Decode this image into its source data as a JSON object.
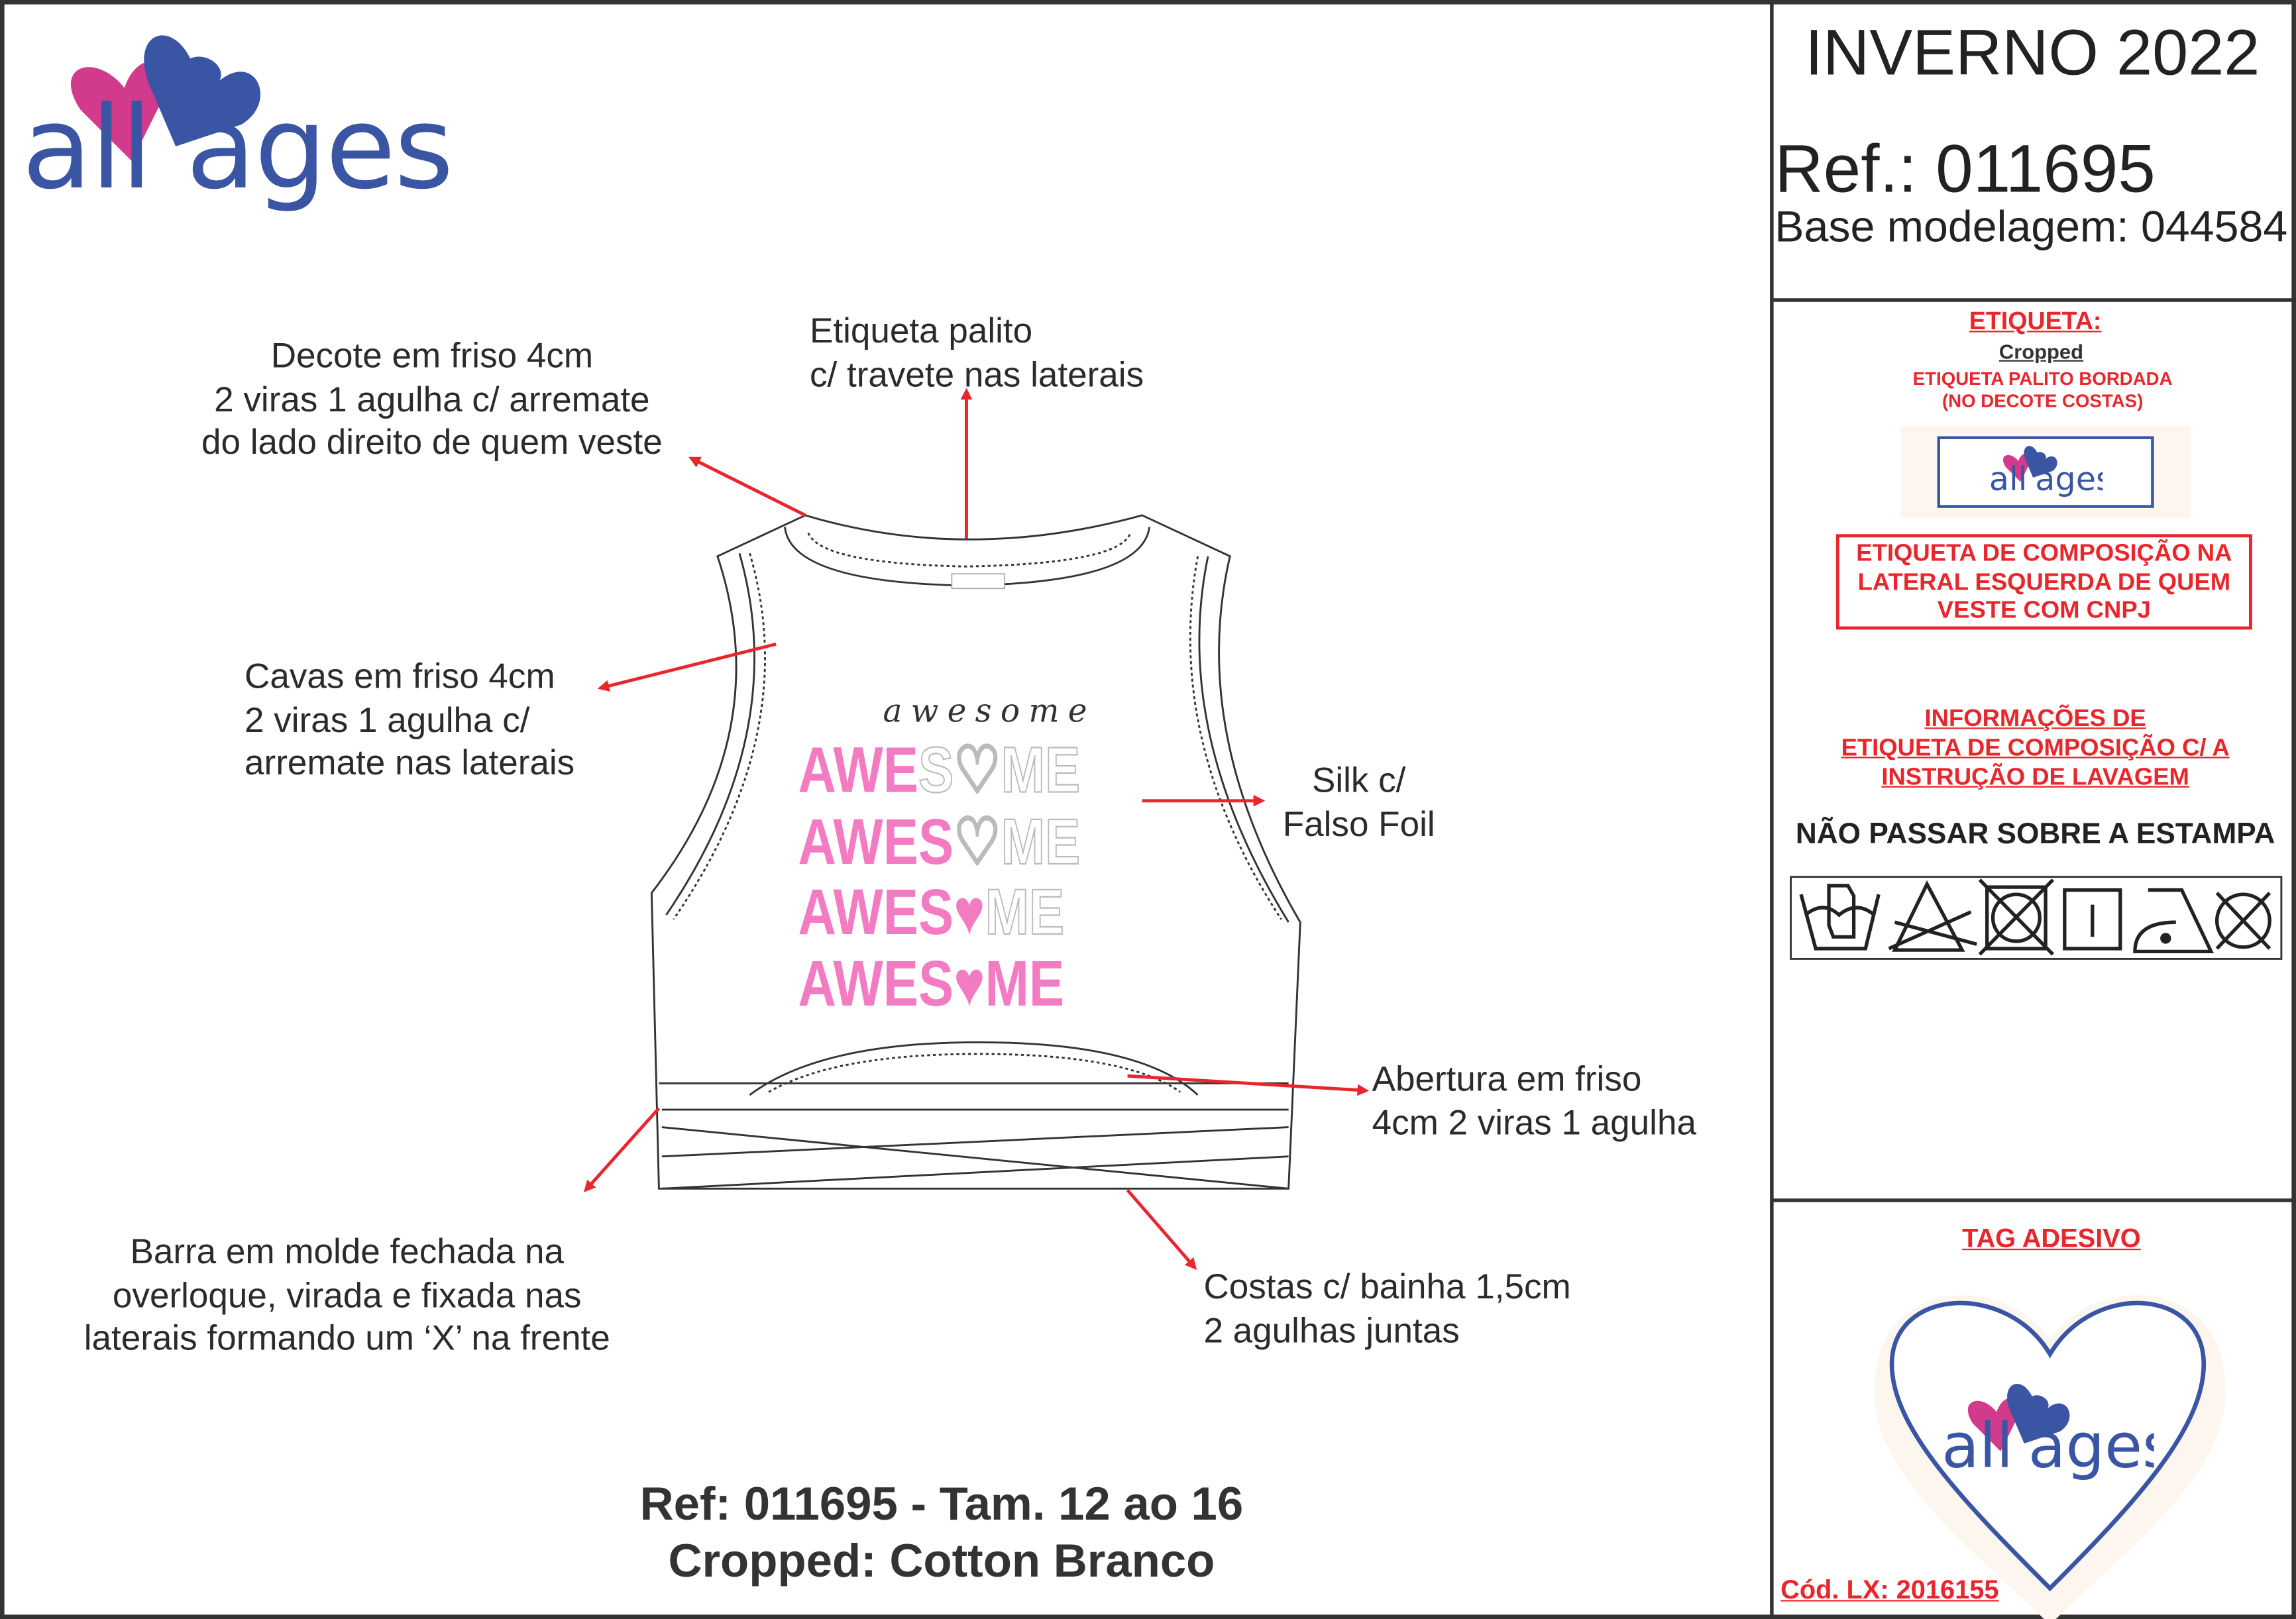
{
  "brand": {
    "name": "all ages",
    "colors": {
      "blue": "#3a55a4",
      "pink": "#d23b8b",
      "red": "#e8262b",
      "print_pink": "#f27bc2"
    }
  },
  "header": {
    "season": "INVERNO 2022",
    "ref": "Ref.: 011695",
    "base": "Base modelagem: 044584"
  },
  "label_panel": {
    "title": "ETIQUETA:",
    "subtitle": "Cropped",
    "line1": "ETIQUETA PALITO BORDADA",
    "line2": "(NO DECOTE COSTAS)",
    "composition_box": [
      "ETIQUETA DE COMPOSIÇÃO NA",
      "LATERAL ESQUERDA DE QUEM",
      "VESTE COM CNPJ"
    ],
    "info": [
      "INFORMAÇÕES DE",
      "ETIQUETA DE COMPOSIÇÃO C/ A",
      "INSTRUÇÃO DE LAVAGEM"
    ],
    "warning": "NÃO PASSAR SOBRE A ESTAMPA",
    "care_icons": [
      "hand-wash-icon",
      "do-not-bleach-icon",
      "do-not-tumble-dry-icon",
      "line-dry-icon",
      "iron-low-icon",
      "do-not-dry-clean-icon"
    ]
  },
  "tag_panel": {
    "title": "TAG ADESIVO",
    "code": "Cód. LX: 2016155"
  },
  "notes": {
    "neck": [
      "Decote em friso 4cm",
      "2 viras 1 agulha c/ arremate",
      "do lado direito de quem veste"
    ],
    "label": [
      "Etiqueta palito",
      "c/ travete nas laterais"
    ],
    "armhole": [
      "Cavas em friso 4cm",
      "2 viras 1 agulha c/",
      "arremate nas laterais"
    ],
    "silk": [
      "Silk c/",
      "Falso Foil"
    ],
    "opening": [
      "Abertura em friso",
      "4cm 2 viras 1 agulha"
    ],
    "hem": [
      "Barra em molde fechada na",
      "overloque, virada e fixada nas",
      "laterais formando um ‘X’ na frente"
    ],
    "back": [
      "Costas c/ bainha 1,5cm",
      "2 agulhas juntas"
    ]
  },
  "print": {
    "script": "awesome",
    "rows": [
      [
        {
          "t": "AWE",
          "fill": true
        },
        {
          "t": "S♡ME",
          "fill": false
        }
      ],
      [
        {
          "t": "AWES",
          "fill": true
        },
        {
          "t": "♡ME",
          "fill": false
        }
      ],
      [
        {
          "t": "AWES♥",
          "fill": true
        },
        {
          "t": "ME",
          "fill": false
        }
      ],
      [
        {
          "t": "AWES♥ME",
          "fill": true
        }
      ]
    ]
  },
  "footer": {
    "line1": "Ref: 011695 - Tam. 12 ao 16",
    "line2": "Cropped: Cotton Branco"
  }
}
